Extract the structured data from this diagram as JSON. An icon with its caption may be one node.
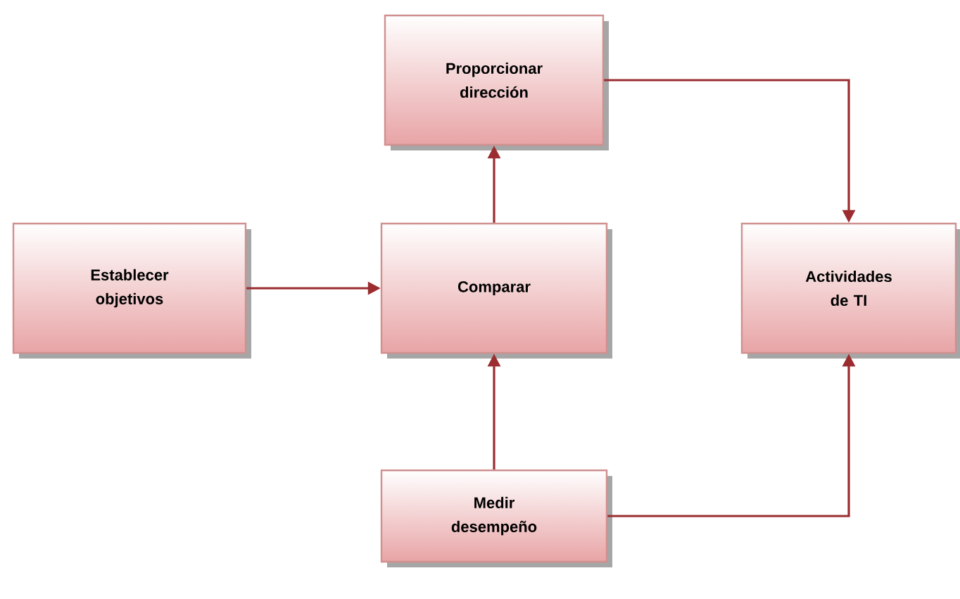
{
  "diagram": {
    "nodes": [
      {
        "text": [
          "Establecer objetivos"
        ]
      },
      {
        "text": [
          "Comparar"
        ]
      },
      {
        "text": [
          "Proporcionar dirección"
        ]
      },
      {
        "text": [
          "Actividades de TI"
        ]
      },
      {
        "text": [
          "Medir desempeño"
        ]
      }
    ],
    "edges": [
      {
        "from": 0,
        "to": 1,
        "arrow": "to"
      },
      {
        "from": 1,
        "to": 2,
        "arrow": "to"
      },
      {
        "from": 2,
        "to": 3,
        "arrow": "to"
      },
      {
        "from": 4,
        "to": 1,
        "arrow": "to"
      },
      {
        "from": 4,
        "to": 3,
        "arrow": "to"
      }
    ]
  }
}
